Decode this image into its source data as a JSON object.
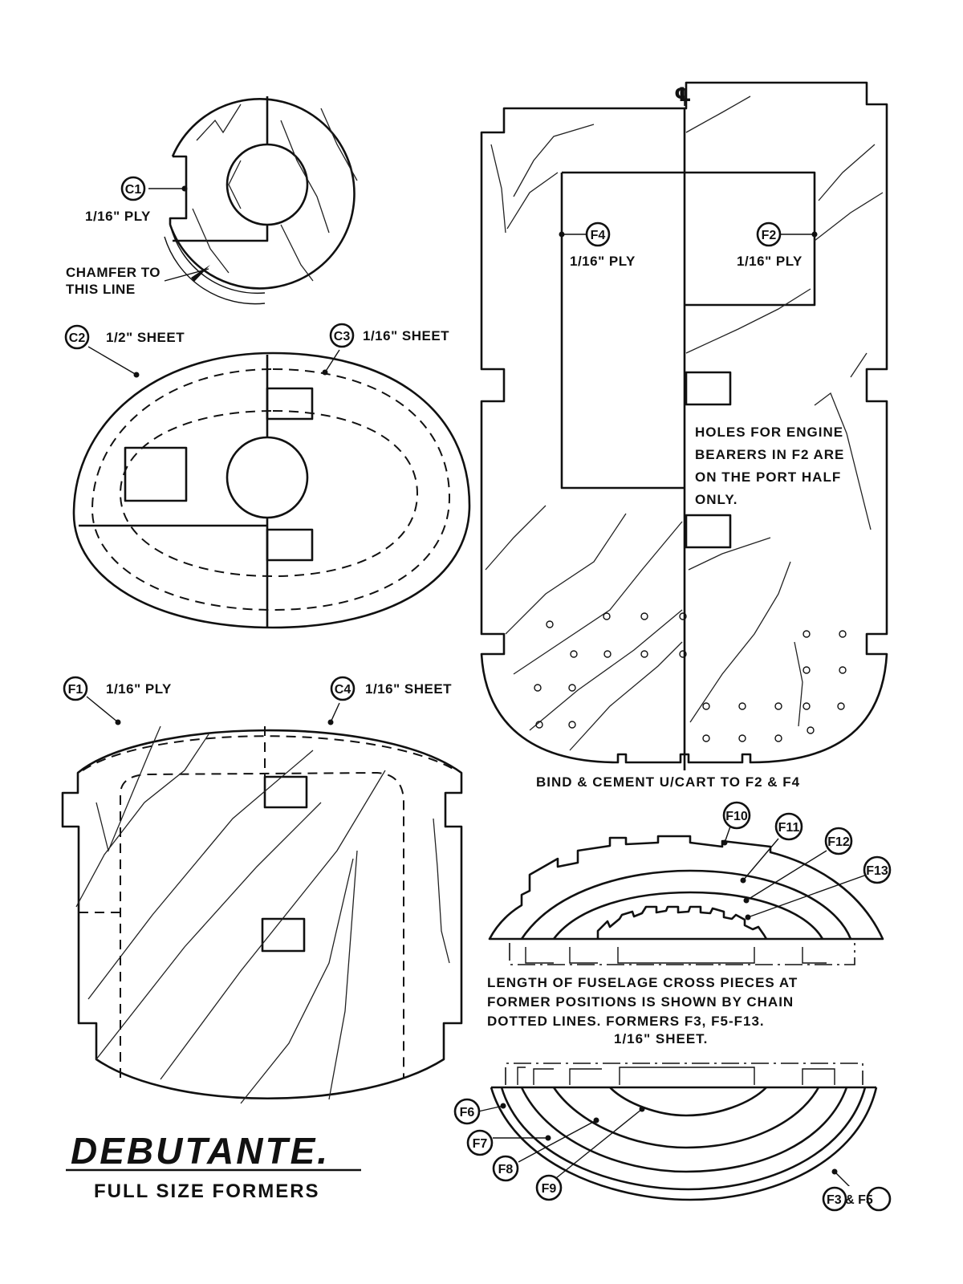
{
  "title": "DEBUTANTE.",
  "subtitle": "FULL SIZE FORMERS",
  "centerline_symbol": "℄",
  "parts": {
    "c1": {
      "tag": "C1",
      "material": "1/16\" PLY"
    },
    "c2": {
      "tag": "C2",
      "material": "1/2\" SHEET"
    },
    "c3": {
      "tag": "C3",
      "material": "1/16\" SHEET"
    },
    "c4": {
      "tag": "C4",
      "material": "1/16\" SHEET"
    },
    "f1": {
      "tag": "F1",
      "material": "1/16\" PLY"
    },
    "f2": {
      "tag": "F2",
      "material": "1/16\" PLY"
    },
    "f4": {
      "tag": "F4",
      "material": "1/16\" PLY"
    }
  },
  "notes": {
    "chamfer": [
      "CHAMFER TO",
      "THIS LINE"
    ],
    "engine_bearers": [
      "HOLES FOR ENGINE",
      "BEARERS IN F2 ARE",
      "ON THE PORT HALF",
      "ONLY."
    ],
    "bind": "BIND & CEMENT U/CART TO F2 & F4",
    "cross_pieces": [
      "LENGTH OF FUSELAGE CROSS PIECES AT",
      "FORMER POSITIONS IS SHOWN BY CHAIN",
      "DOTTED LINES.  FORMERS F3, F5-F13.",
      "1/16\" SHEET."
    ]
  },
  "upper_former_tags": [
    "F10",
    "F11",
    "F12",
    "F13"
  ],
  "lower_former_tags": [
    "F6",
    "F7",
    "F8",
    "F9",
    "F3 & F5"
  ]
}
